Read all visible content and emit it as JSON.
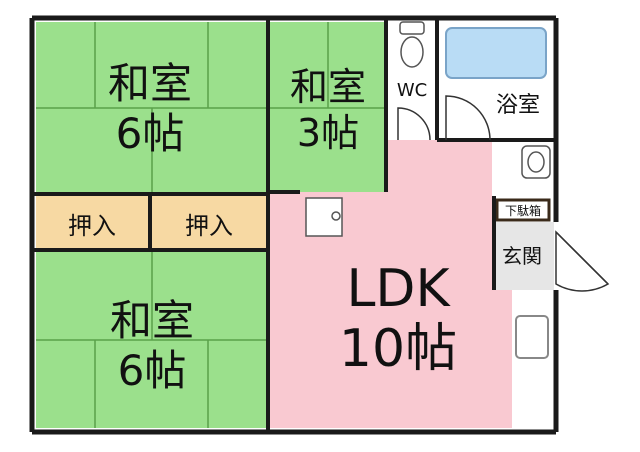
{
  "rooms": {
    "washitsu_top_left": {
      "name": "和室",
      "size": "6帖"
    },
    "washitsu_top_mid": {
      "name": "和室",
      "size": "3帖"
    },
    "washitsu_bottom_left": {
      "name": "和室",
      "size": "6帖"
    },
    "ldk": {
      "name": "LDK",
      "size": "10帖"
    },
    "closet_left": {
      "name": "押入"
    },
    "closet_right": {
      "name": "押入"
    },
    "wc": {
      "name": "WC"
    },
    "bathroom": {
      "name": "浴室"
    },
    "entrance": {
      "name": "玄関"
    },
    "shoe_box": {
      "name": "下駄箱"
    }
  },
  "colors": {
    "tatami": "#9be08c",
    "tatami_line": "#5aa14a",
    "closet": "#f7d9a3",
    "ldk": "#f9c9d1",
    "wet_area": "#d6e8f8",
    "bath_tub": "#b9dcf5",
    "entrance": "#e6e6e6",
    "wall": "#1a1a1a",
    "shoe_box": "#3a2a1a"
  }
}
